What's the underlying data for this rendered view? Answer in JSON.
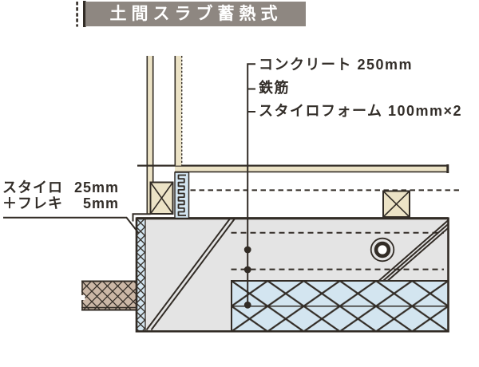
{
  "title": {
    "text": "土間スラブ蓄熱式"
  },
  "callouts": {
    "right": [
      {
        "label": "コンクリート 250mm"
      },
      {
        "label": "鉄筋"
      },
      {
        "label": "スタイロフォーム 100mm×2"
      }
    ],
    "left": [
      {
        "name": "スタイロ",
        "value": "25mm"
      },
      {
        "name": "＋フレキ",
        "value": "5mm"
      }
    ]
  },
  "colors": {
    "background": "#ffffff",
    "title_bar": "#8e8781",
    "title_text": "#ffffff",
    "text": "#332e29",
    "line": "#322c26",
    "concrete_fill": "#e4e4e4",
    "wood_fill": "#ece3c6",
    "insulation_blue": "#d3e5f0",
    "ground_tan": "#cbb7a6"
  }
}
